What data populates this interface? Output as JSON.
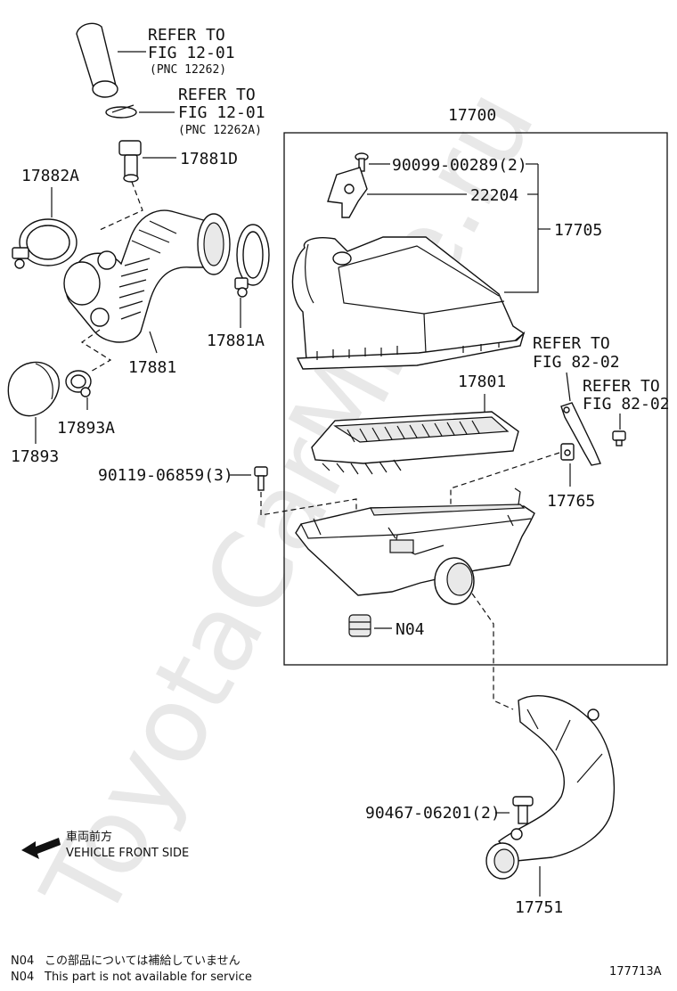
{
  "watermark": "ToyotaCarMine.ru",
  "diagram_id": "177713A",
  "front_marker": {
    "label_jp": "車両前方",
    "label_en": "VEHICLE FRONT SIDE"
  },
  "notes": [
    {
      "code": "N04",
      "text": "この部品については補給していません"
    },
    {
      "code": "N04",
      "text": "This part is not available for service"
    }
  ],
  "refs": {
    "fig_12_01_a": {
      "l1": "REFER TO",
      "l2": "FIG 12-01",
      "l3": "(PNC 12262)"
    },
    "fig_12_01_b": {
      "l1": "REFER TO",
      "l2": "FIG 12-01",
      "l3": "(PNC 12262A)"
    },
    "fig_82_02_a": {
      "l1": "REFER TO",
      "l2": "FIG 82-02"
    },
    "fig_82_02_b": {
      "l1": "REFER TO",
      "l2": "FIG 82-02"
    }
  },
  "parts": {
    "p17700": "17700",
    "p17881D": "17881D",
    "p17882A": "17882A",
    "p17881": "17881",
    "p17881A": "17881A",
    "p17893": "17893",
    "p17893A": "17893A",
    "p90119": "90119-06859(3)",
    "p90099": "90099-00289(2)",
    "p22204": "22204",
    "p17705": "17705",
    "p17801": "17801",
    "p17765": "17765",
    "pN04": "N04",
    "p90467": "90467-06201(2)",
    "p17751": "17751"
  }
}
